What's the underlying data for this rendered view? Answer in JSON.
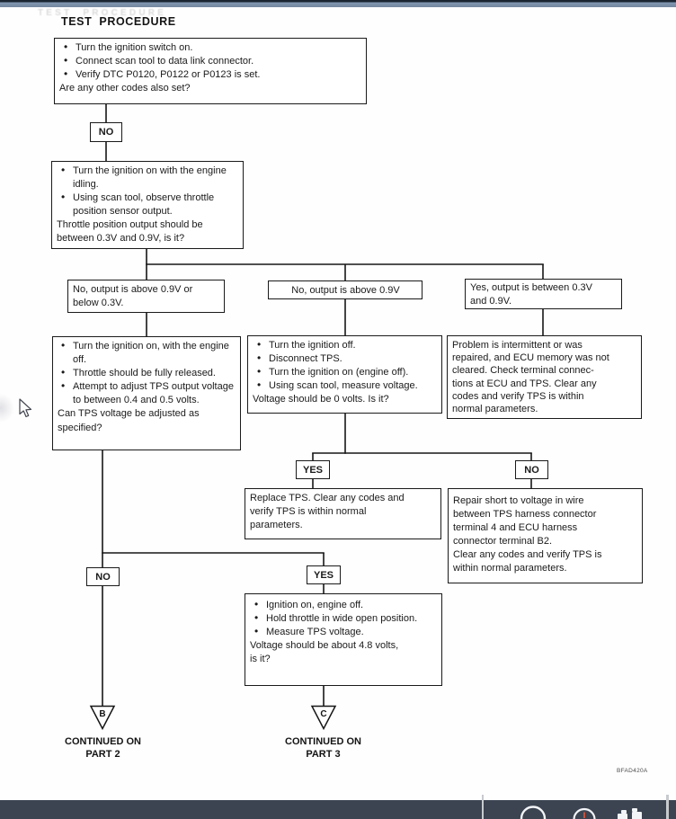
{
  "page": {
    "title": "TEST PROCEDURE",
    "ghost_title": "TEST PROCEDURE",
    "figure_code": "BFAD420A"
  },
  "colors": {
    "toolbar_bg": "#3c4452",
    "top_border": "#74879f",
    "box_border": "#1a1a1a"
  },
  "chrome": {
    "toolbar_icons": [
      "search-icon",
      "clock-icon",
      "panels-icon"
    ]
  },
  "flow": {
    "step1": {
      "bullets": [
        "Turn the ignition switch on.",
        "Connect scan tool to data link connector.",
        "Verify DTC P0120, P0122 or P0123 is set."
      ],
      "tail": [
        "Are any other codes also set?"
      ]
    },
    "label_no1": "NO",
    "step2": {
      "bullets": [
        "Turn the ignition on with the engine idling.",
        "Using scan tool, observe throttle position sensor output."
      ],
      "tail": [
        "Throttle position output should be",
        "between 0.3V and 0.9V, is it?"
      ]
    },
    "branch_left": {
      "lines": [
        "No, output is above 0.9V or",
        "below 0.3V."
      ]
    },
    "branch_mid": {
      "lines": [
        "No, output is above 0.9V"
      ]
    },
    "branch_right": {
      "lines": [
        "Yes, output is between 0.3V",
        "and 0.9V."
      ]
    },
    "adjust": {
      "bullets": [
        "Turn the ignition on, with the engine off.",
        "Throttle should be fully released.",
        "Attempt to adjust TPS output voltage to between 0.4 and 0.5 volts."
      ],
      "tail": [
        "Can TPS voltage be adjusted as",
        "specified?"
      ]
    },
    "disconnect": {
      "bullets": [
        "Turn the ignition off.",
        "Disconnect TPS.",
        "Turn the ignition on (engine off).",
        "Using scan tool, measure voltage."
      ],
      "tail": [
        "Voltage should be 0 volts. Is it?"
      ]
    },
    "intermittent": {
      "lines": [
        "Problem is intermittent or was",
        "repaired, and ECU memory was not",
        "cleared. Check terminal connec-",
        "tions at ECU and TPS. Clear any",
        "codes and verify TPS is within",
        "normal parameters."
      ]
    },
    "label_yes1": "YES",
    "label_no2": "NO",
    "replace": {
      "lines": [
        "Replace TPS. Clear any codes and",
        "verify TPS is within normal",
        "parameters."
      ]
    },
    "repair": {
      "lines": [
        "Repair short to voltage in wire",
        "between TPS harness connector",
        "terminal 4 and ECU harness",
        "connector terminal B2.",
        "Clear any codes and verify TPS is",
        "within normal parameters."
      ]
    },
    "label_no3": "NO",
    "label_yes2": "YES",
    "wot": {
      "bullets": [
        "Ignition on, engine off.",
        "Hold throttle in wide open position.",
        "Measure TPS voltage."
      ],
      "tail": [
        "Voltage should be about 4.8 volts,",
        "is it?"
      ]
    },
    "connector_b": {
      "letter": "B",
      "line1": "CONTINUED ON",
      "line2": "PART 2"
    },
    "connector_c": {
      "letter": "C",
      "line1": "CONTINUED ON",
      "line2": "PART 3"
    }
  }
}
